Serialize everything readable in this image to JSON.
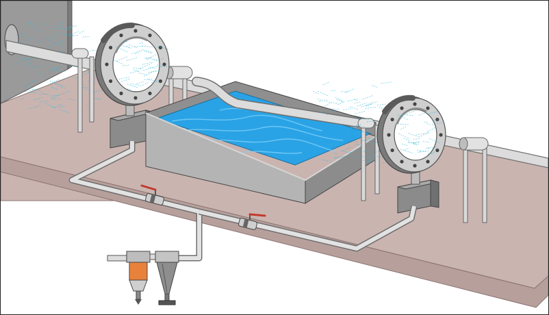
{
  "diagram": {
    "subject": "air-knife-drying-system",
    "colors": {
      "floor": "#c9b4b0",
      "floor_edge": "#a9928e",
      "wall": "#9a9a9a",
      "pipe": "#dcdcdc",
      "pipe_stroke": "#6f6f6f",
      "tank_side": "#a0a0a0",
      "tank_front": "#b4b4b4",
      "water": "#2aa3e6",
      "water_light": "#7fd0f6",
      "ring": "#cfcfcf",
      "ring_dark": "#6b6b6b",
      "motor_box": "#8b8b8b",
      "air_spray": "#2fb7d9",
      "valve_handle": "#c23a2c",
      "filter_bowl": "#e8823a"
    },
    "components": [
      "wall-stub",
      "floor-platform",
      "pipe-line",
      "air-ring-left",
      "air-ring-right",
      "water-tank",
      "motor-box-left",
      "motor-box-right",
      "ball-valve-left",
      "ball-valve-right",
      "air-filter-regulator",
      "cyclone-separator"
    ]
  }
}
